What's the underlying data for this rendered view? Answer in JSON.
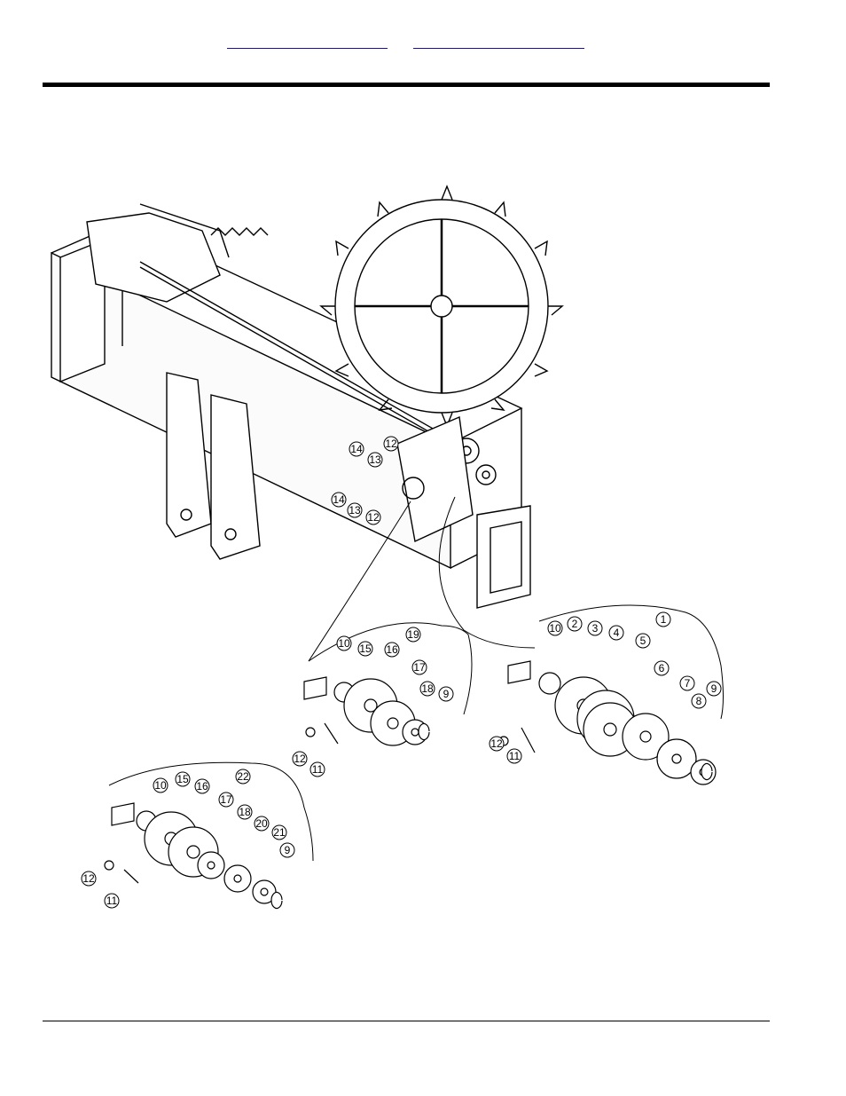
{
  "header": {
    "links": [
      "",
      ""
    ]
  },
  "diagram": {
    "callouts": {
      "c1": "1",
      "c2": "2",
      "c3": "3",
      "c4": "4",
      "c5": "5",
      "c6": "6",
      "c7": "7",
      "c8": "8",
      "c9": "9",
      "c10": "10",
      "c11": "11",
      "c12": "12",
      "c13": "13",
      "c14": "14",
      "c15": "15",
      "c16": "16",
      "c17": "17",
      "c18": "18",
      "c19": "19",
      "c20": "20",
      "c21": "21",
      "c22": "22"
    }
  }
}
